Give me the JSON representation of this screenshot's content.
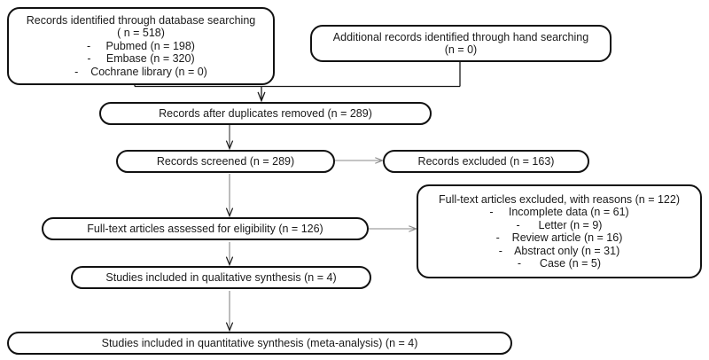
{
  "diagram": {
    "type": "prisma-flow-diagram",
    "colors": {
      "box_border": "#111111",
      "box_fill": "#ffffff",
      "text": "#1a1a1a",
      "connector_dark": "#1a1a1a",
      "connector_gray": "#8a8a8a"
    }
  },
  "boxes": {
    "database_search": {
      "name": "records-identified-database-searching",
      "lines": [
        "Records identified through database searching",
        "( n = 518)",
        "-     Pubmed (n = 198)",
        "-     Embase (n = 320)",
        "-    Cochrane library (n = 0)"
      ]
    },
    "hand_search": {
      "name": "additional-records-hand-searching",
      "lines": [
        "Additional records identified through hand searching",
        "(n = 0)"
      ]
    },
    "duplicates_removed": {
      "name": "records-after-duplicates-removed",
      "lines": [
        "Records after duplicates removed (n = 289)"
      ]
    },
    "records_screened": {
      "name": "records-screened",
      "lines": [
        "Records screened (n = 289)"
      ]
    },
    "records_excluded": {
      "name": "records-excluded",
      "lines": [
        "Records excluded (n = 163)"
      ]
    },
    "fulltext_assessed": {
      "name": "full-text-articles-assessed-for-eligibility",
      "lines": [
        "Full-text articles assessed for eligibility (n = 126)"
      ]
    },
    "fulltext_excluded": {
      "name": "full-text-articles-excluded-with-reasons",
      "lines": [
        "Full-text articles excluded, with reasons (n = 122)",
        "-     Incomplete data (n = 61)",
        "-      Letter (n = 9)",
        "-    Review article (n = 16)",
        "-    Abstract only (n = 31)",
        "-      Case (n = 5)"
      ]
    },
    "qualitative_synthesis": {
      "name": "studies-included-in-qualitative-synthesis",
      "lines": [
        "Studies included in qualitative synthesis (n = 4)"
      ]
    },
    "quantitative_synthesis": {
      "name": "studies-included-in-quantitative-synthesis",
      "lines": [
        "Studies included in quantitative synthesis (meta-analysis) (n = 4)"
      ]
    }
  },
  "counts": {
    "identified_total": 518,
    "pubmed": 198,
    "embase": 320,
    "cochrane": 0,
    "hand_searching": 0,
    "after_duplicates": 289,
    "screened": 289,
    "excluded_screening": 163,
    "fulltext_assessed": 126,
    "fulltext_excluded": 122,
    "incomplete_data": 61,
    "letter": 9,
    "review_article": 16,
    "abstract_only": 31,
    "case": 5,
    "qualitative": 4,
    "quantitative": 4
  }
}
